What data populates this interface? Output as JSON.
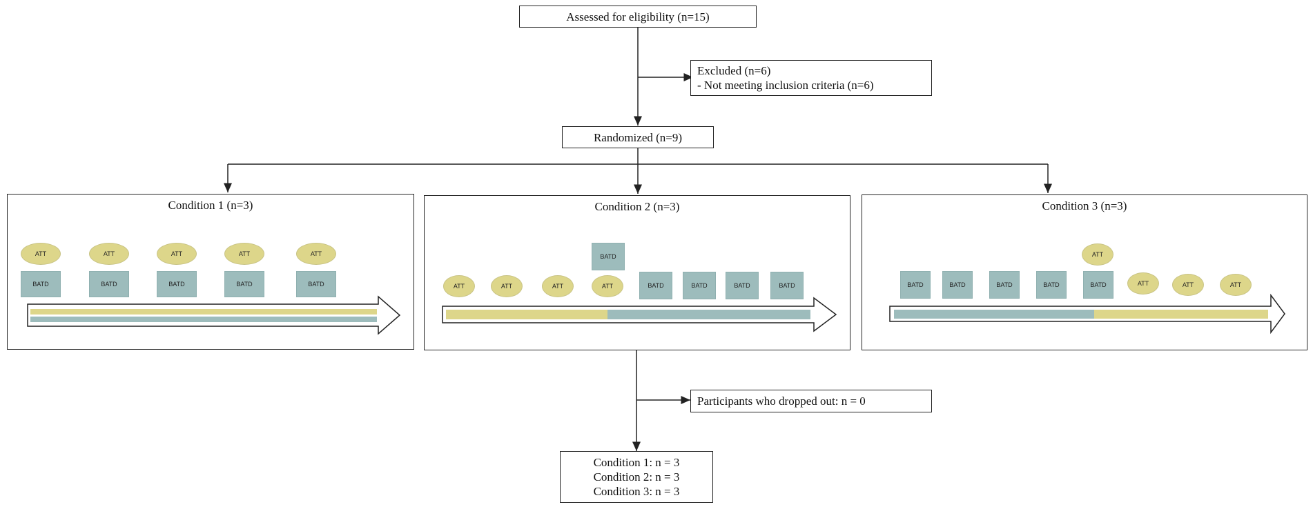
{
  "eligibility": {
    "label": "Assessed for eligibility  (n=15)"
  },
  "excluded": {
    "line1": "Excluded   (n=6)",
    "line2": "- Not meeting  inclusion  criteria  (n=6)"
  },
  "randomized": {
    "label": "Randomized  (n=9)"
  },
  "conditions": [
    {
      "title": "Condition  1 (n=3)"
    },
    {
      "title": "Condition  2 (n=3)"
    },
    {
      "title": "Condition  3 (n=3)"
    }
  ],
  "block_labels": {
    "att": "ATT",
    "batd": "BATD"
  },
  "dropout": {
    "label": "Participants  who dropped out: n = 0"
  },
  "outcome": {
    "lines": [
      "Condition  1: n = 3",
      "Condition  2: n = 3",
      "Condition  3: n = 3"
    ]
  },
  "colors": {
    "att": "#ddd68a",
    "batd": "#9dbcbc",
    "line": "#222222"
  }
}
